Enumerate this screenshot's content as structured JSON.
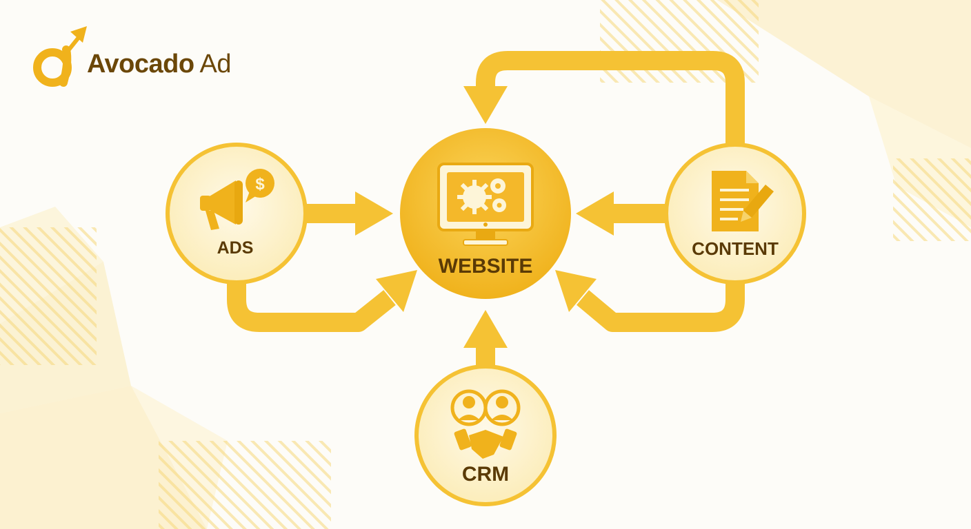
{
  "brand": {
    "name_bold": "Avocado",
    "name_light": " Ad",
    "logo_icon": "avocado-arrow-logo-icon"
  },
  "nodes": {
    "website": {
      "label": "WEBSITE",
      "icon": "monitor-gears-icon"
    },
    "ads": {
      "label": "ADS",
      "icon": "megaphone-dollar-icon"
    },
    "content": {
      "label": "CONTENT",
      "icon": "document-pencil-icon"
    },
    "crm": {
      "label": "CRM",
      "icon": "people-handshake-icon"
    }
  },
  "colors": {
    "primary": "#f5c234",
    "primary_dark": "#e8a810",
    "node_fill": "#fdf3d0",
    "text": "#5a3a06",
    "brand_text": "#6b4708"
  }
}
